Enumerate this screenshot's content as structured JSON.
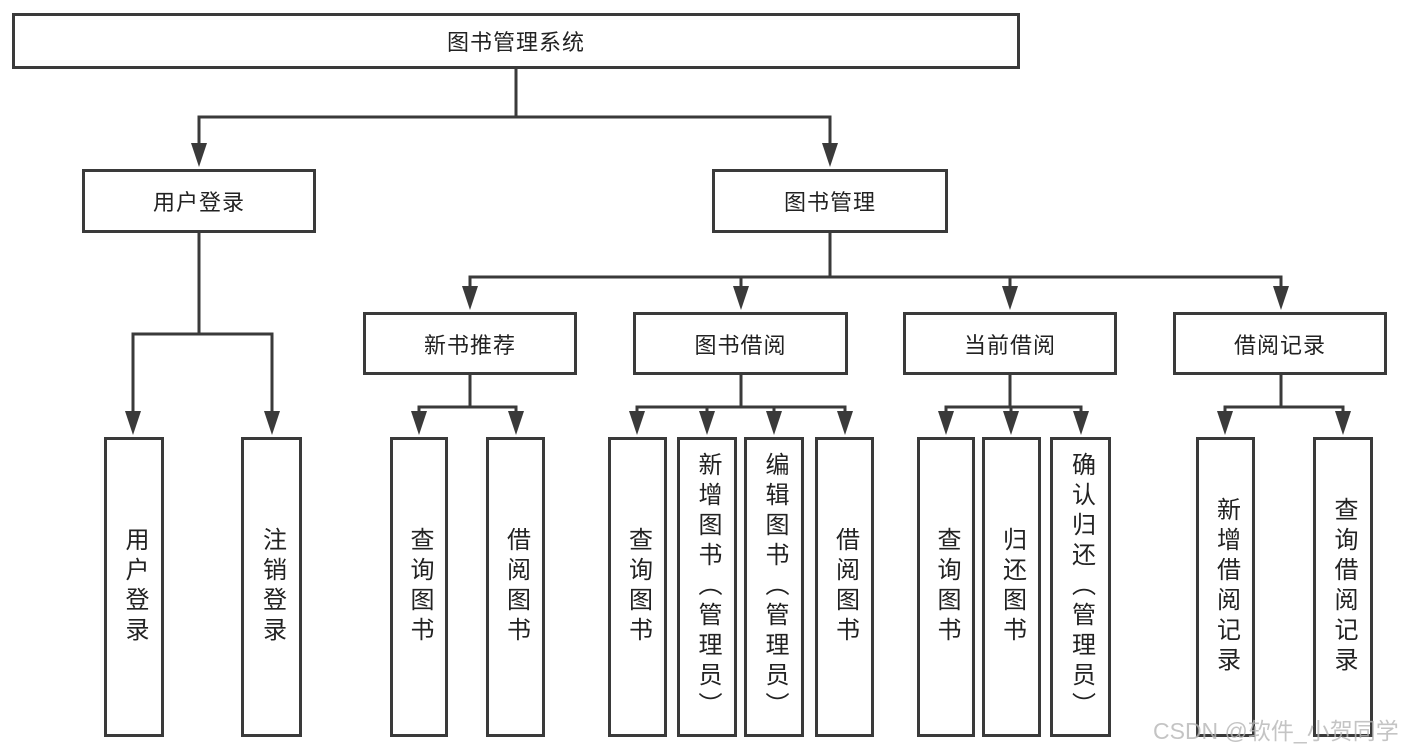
{
  "tree": {
    "label": "图书管理系统",
    "children": [
      {
        "label": "用户登录",
        "children": [
          {
            "label": "用户登录"
          },
          {
            "label": "注销登录"
          }
        ]
      },
      {
        "label": "图书管理",
        "children": [
          {
            "label": "新书推荐",
            "children": [
              {
                "label": "查询图书"
              },
              {
                "label": "借阅图书"
              }
            ]
          },
          {
            "label": "图书借阅",
            "children": [
              {
                "label": "查询图书"
              },
              {
                "label": "新增图书（管理员）"
              },
              {
                "label": "编辑图书（管理员）"
              },
              {
                "label": "借阅图书"
              }
            ]
          },
          {
            "label": "当前借阅",
            "children": [
              {
                "label": "查询图书"
              },
              {
                "label": "归还图书"
              },
              {
                "label": "确认归还（管理员）"
              }
            ]
          },
          {
            "label": "借阅记录",
            "children": [
              {
                "label": "新增借阅记录"
              },
              {
                "label": "查询借阅记录"
              }
            ]
          }
        ]
      }
    ]
  },
  "watermark": "CSDN @软件_小贺同学",
  "colors": {
    "line": "#3a3a3a",
    "box_border": "#3a3a3a",
    "text": "#222222",
    "watermark": "#b6b6b6",
    "background": "#ffffff"
  }
}
